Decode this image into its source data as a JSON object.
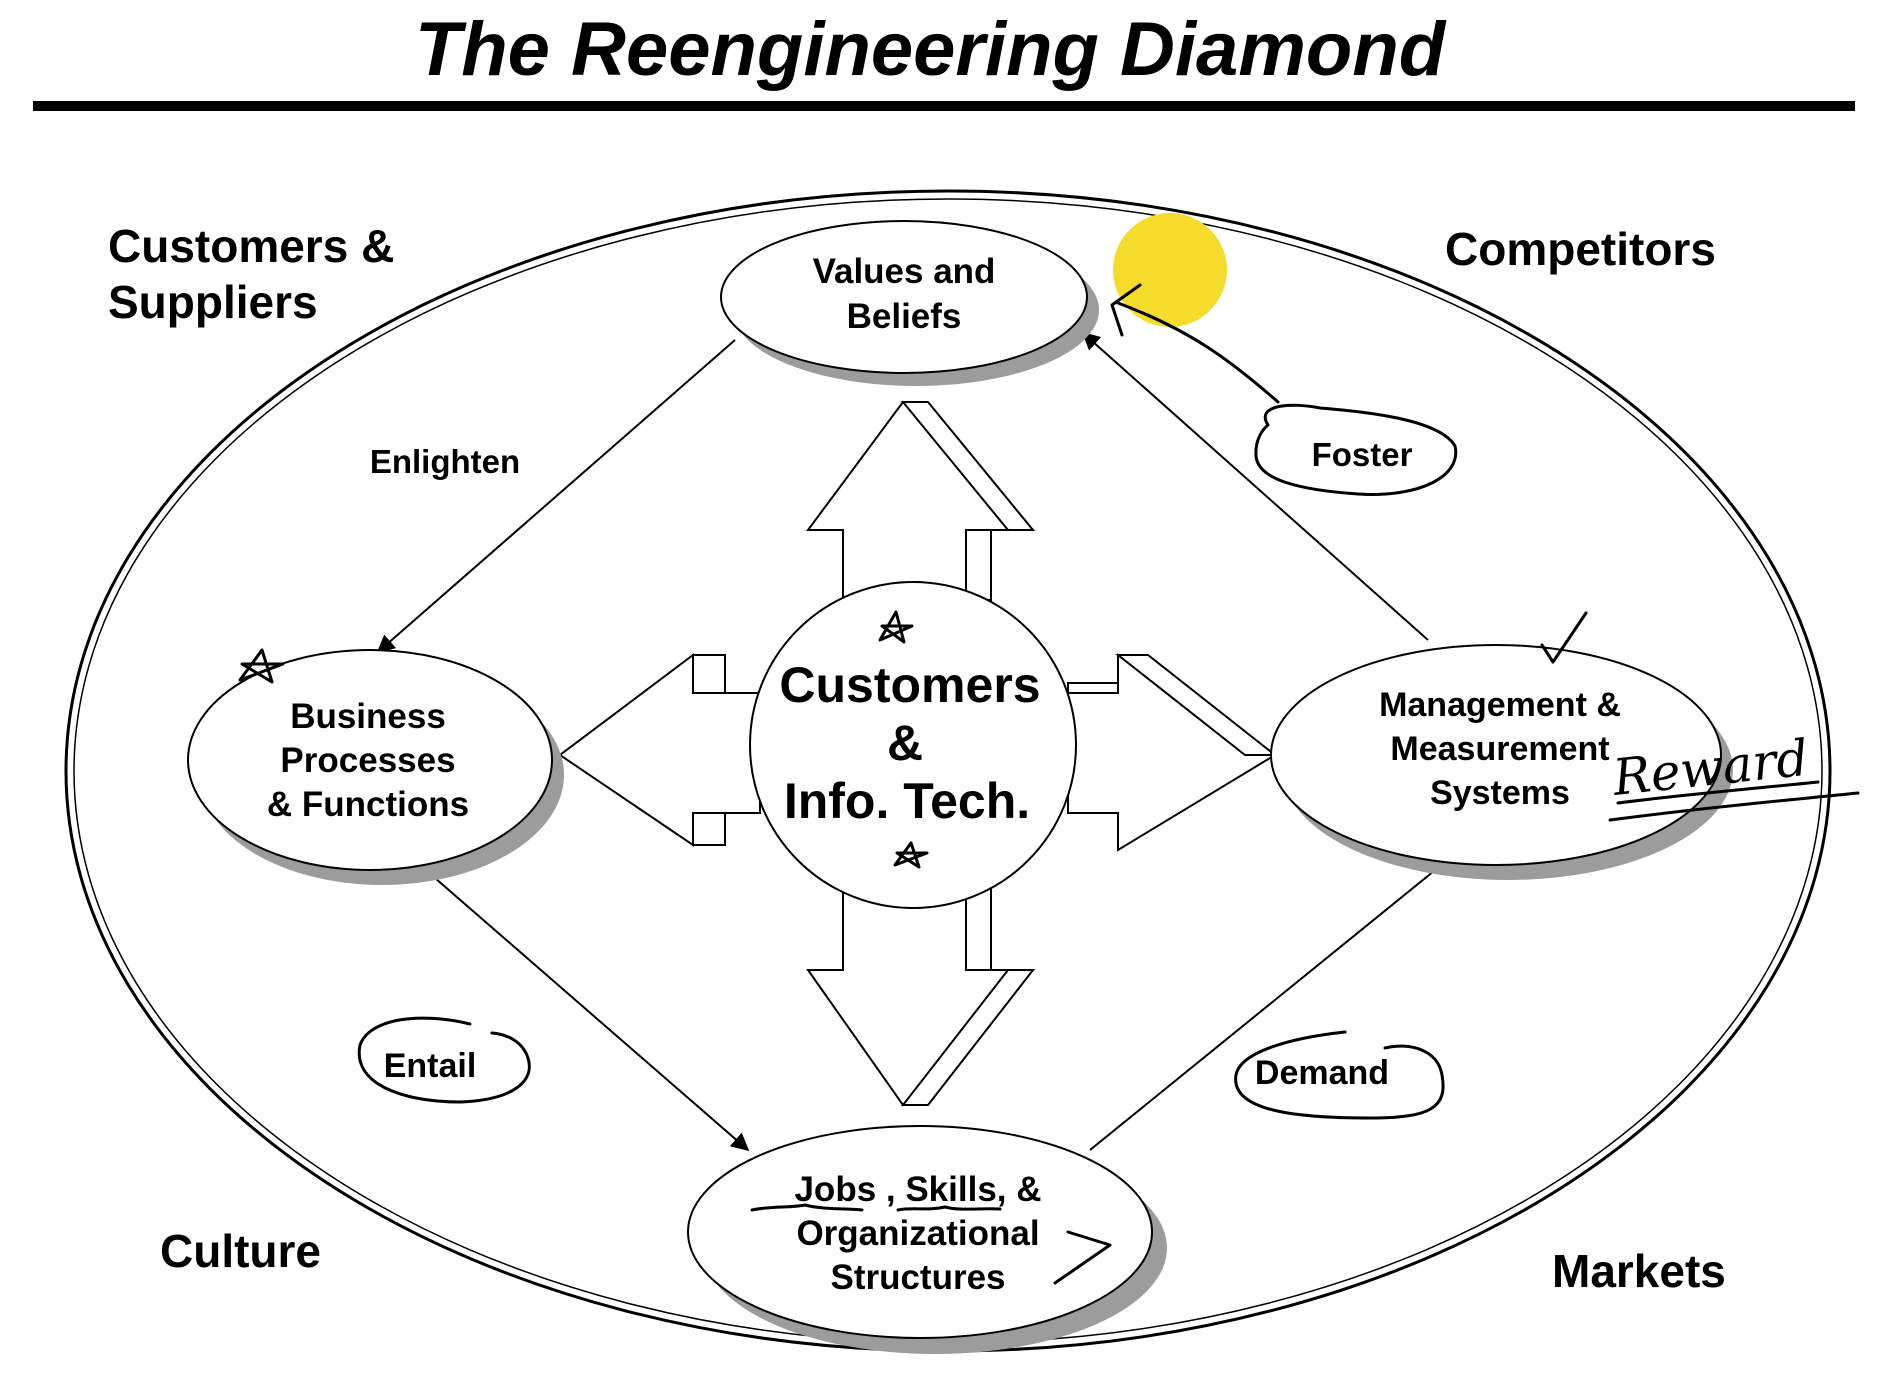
{
  "title": "The Reengineering Diamond",
  "corners": {
    "top_left_line1": "Customers &",
    "top_left_line2": "Suppliers",
    "top_right": "Competitors",
    "bottom_left": "Culture",
    "bottom_right": "Markets"
  },
  "nodes": {
    "values": {
      "line1": "Values and",
      "line2": "Beliefs"
    },
    "business": {
      "line1": "Business",
      "line2": "Processes",
      "line3": "& Functions"
    },
    "management": {
      "line1": "Management &",
      "line2": "Measurement",
      "line3": "Systems"
    },
    "jobs": {
      "line1": "Jobs , Skills, &",
      "line2": "Organizational",
      "line3": "Structures"
    },
    "center": {
      "line1": "Customers",
      "line2": "&",
      "line3": "Info. Tech."
    }
  },
  "edges": {
    "enlighten": "Enlighten",
    "foster": "Foster",
    "entail": "Entail",
    "demand": "Demand"
  },
  "annotations": {
    "reward": "Reward",
    "highlight_color": "#f5dc2c"
  }
}
